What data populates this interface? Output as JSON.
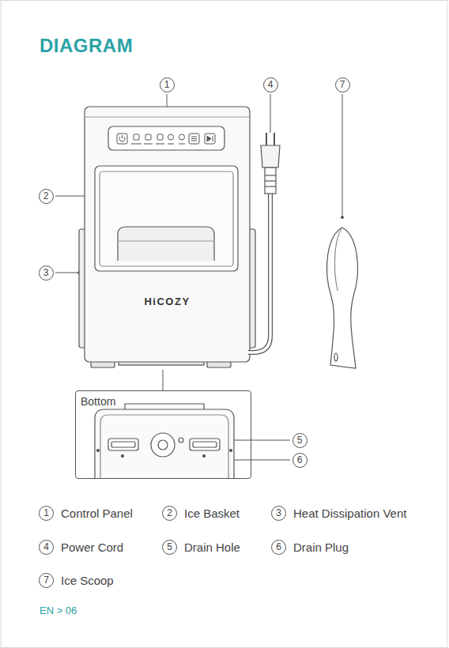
{
  "diagram": {
    "title": "DIAGRAM",
    "nodes": [
      {
        "text": [
          "1"
        ]
      },
      {
        "text": [
          "4"
        ]
      },
      {
        "text": [
          "7"
        ]
      },
      {
        "text": [
          "HiCOZY"
        ]
      },
      {
        "text": [
          "2"
        ]
      },
      {
        "text": [
          "3"
        ]
      },
      {
        "text": [
          "Bottom"
        ]
      },
      {
        "text": [
          "5"
        ]
      },
      {
        "text": [
          "6"
        ]
      },
      {
        "text": [
          "1",
          "Control Panel"
        ]
      },
      {
        "text": [
          "2",
          "Ice Basket"
        ]
      },
      {
        "text": [
          "3",
          "Heat Dissipation Vent"
        ]
      },
      {
        "text": [
          "4",
          "Power Cord"
        ]
      },
      {
        "text": [
          "5",
          "Drain Hole"
        ]
      },
      {
        "text": [
          "6",
          "Drain Plug"
        ]
      },
      {
        "text": [
          "7",
          "Ice Scoop"
        ]
      }
    ],
    "labels": [
      "EN > 06"
    ]
  }
}
